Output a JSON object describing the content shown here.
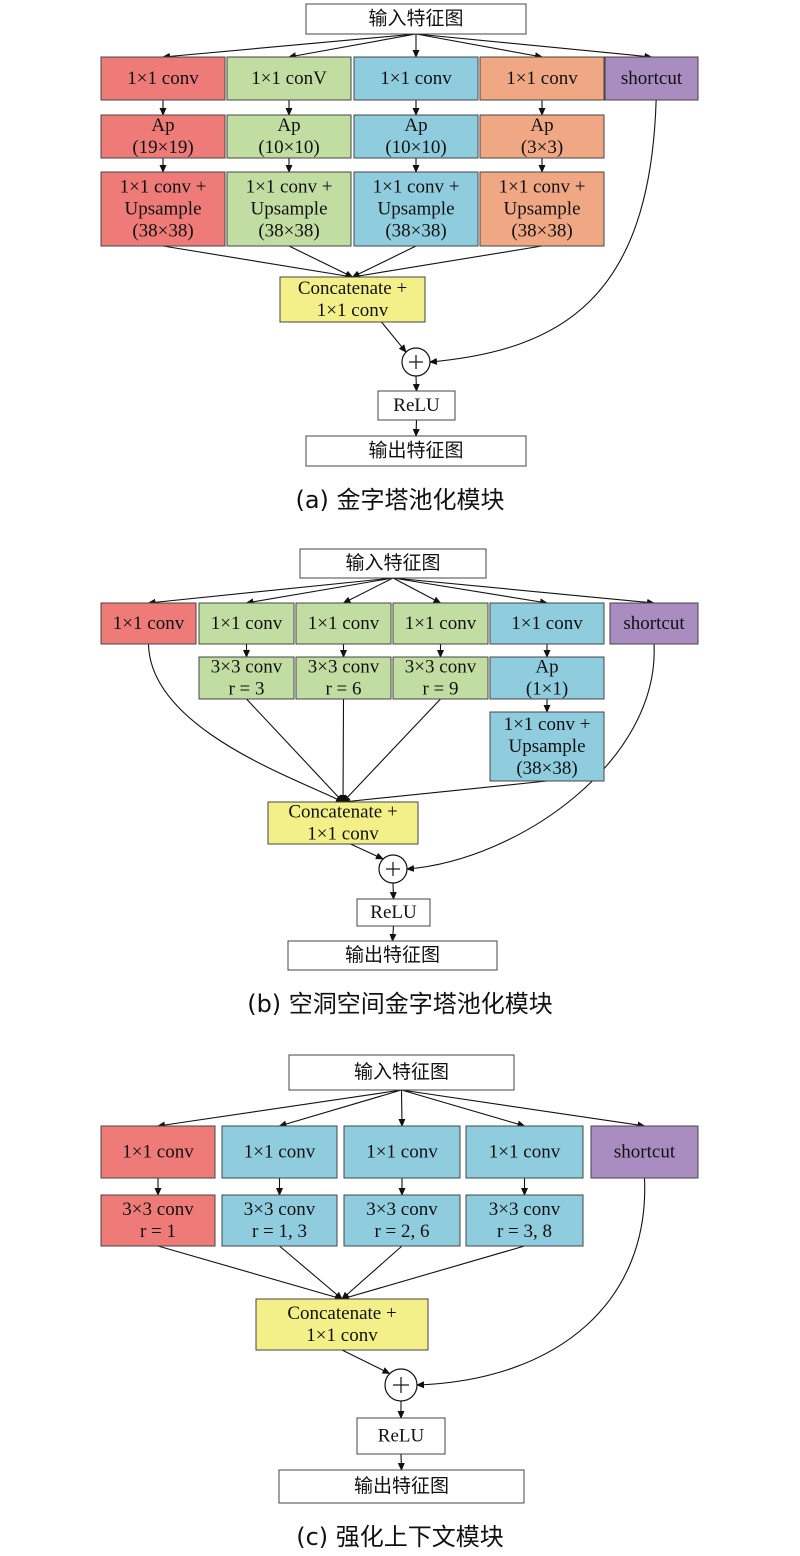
{
  "colors": {
    "red": "#EE7B78",
    "green": "#C1DDA2",
    "blue": "#8ECCDE",
    "orange": "#EFA883",
    "purple": "#A98CC0",
    "yellow": "#F3F08A",
    "white": "#FFFFFF"
  },
  "panels": [
    {
      "id": "a",
      "caption": "(a) 金字塔池化模块",
      "nodes": {
        "input": {
          "lines": [
            "输入特征图"
          ],
          "color": "white"
        },
        "c1": {
          "lines": [
            "1×1 conv"
          ],
          "color": "red"
        },
        "c2": {
          "lines": [
            "1×1 conV"
          ],
          "color": "green"
        },
        "c3": {
          "lines": [
            "1×1 conv"
          ],
          "color": "blue"
        },
        "c4": {
          "lines": [
            "1×1 conv"
          ],
          "color": "orange"
        },
        "sc": {
          "lines": [
            "shortcut"
          ],
          "color": "purple"
        },
        "ap1": {
          "lines": [
            "Ap",
            "(19×19)"
          ],
          "color": "red"
        },
        "ap2": {
          "lines": [
            "Ap",
            "(10×10)"
          ],
          "color": "green"
        },
        "ap3": {
          "lines": [
            "Ap",
            "(10×10)"
          ],
          "color": "blue"
        },
        "ap4": {
          "lines": [
            "Ap",
            "(3×3)"
          ],
          "color": "orange"
        },
        "up1": {
          "lines": [
            "1×1 conv +",
            "Upsample",
            "(38×38)"
          ],
          "color": "red"
        },
        "up2": {
          "lines": [
            "1×1 conv +",
            "Upsample",
            "(38×38)"
          ],
          "color": "green"
        },
        "up3": {
          "lines": [
            "1×1 conv +",
            "Upsample",
            "(38×38)"
          ],
          "color": "blue"
        },
        "up4": {
          "lines": [
            "1×1 conv +",
            "Upsample",
            "(38×38)"
          ],
          "color": "orange"
        },
        "cat": {
          "lines": [
            "Concatenate +",
            "1×1 conv"
          ],
          "color": "yellow"
        },
        "relu": {
          "lines": [
            "ReLU"
          ],
          "color": "white"
        },
        "output": {
          "lines": [
            "输出特征图"
          ],
          "color": "white"
        }
      },
      "plus": "+"
    },
    {
      "id": "b",
      "caption": "(b) 空洞空间金字塔池化模块",
      "nodes": {
        "input": {
          "lines": [
            "输入特征图"
          ],
          "color": "white"
        },
        "c1": {
          "lines": [
            "1×1 conv"
          ],
          "color": "red"
        },
        "c2": {
          "lines": [
            "1×1 conv"
          ],
          "color": "green"
        },
        "c3": {
          "lines": [
            "1×1 conv"
          ],
          "color": "green"
        },
        "c4": {
          "lines": [
            "1×1 conv"
          ],
          "color": "green"
        },
        "c5": {
          "lines": [
            "1×1 conv"
          ],
          "color": "blue"
        },
        "sc": {
          "lines": [
            "shortcut"
          ],
          "color": "purple"
        },
        "d2": {
          "lines": [
            "3×3 conv",
            "r = 3"
          ],
          "color": "green"
        },
        "d3": {
          "lines": [
            "3×3 conv",
            "r = 6"
          ],
          "color": "green"
        },
        "d4": {
          "lines": [
            "3×3 conv",
            "r = 9"
          ],
          "color": "green"
        },
        "ap5": {
          "lines": [
            "Ap",
            "(1×1)"
          ],
          "color": "blue"
        },
        "up5": {
          "lines": [
            "1×1 conv +",
            "Upsample",
            "(38×38)"
          ],
          "color": "blue"
        },
        "cat": {
          "lines": [
            "Concatenate +",
            "1×1 conv"
          ],
          "color": "yellow"
        },
        "relu": {
          "lines": [
            "ReLU"
          ],
          "color": "white"
        },
        "output": {
          "lines": [
            "输出特征图"
          ],
          "color": "white"
        }
      },
      "plus": "+"
    },
    {
      "id": "c",
      "caption": "(c) 强化上下文模块",
      "nodes": {
        "input": {
          "lines": [
            "输入特征图"
          ],
          "color": "white"
        },
        "c1": {
          "lines": [
            "1×1 conv"
          ],
          "color": "red"
        },
        "c2": {
          "lines": [
            "1×1 conv"
          ],
          "color": "blue"
        },
        "c3": {
          "lines": [
            "1×1 conv"
          ],
          "color": "blue"
        },
        "c4": {
          "lines": [
            "1×1 conv"
          ],
          "color": "blue"
        },
        "sc": {
          "lines": [
            "shortcut"
          ],
          "color": "purple"
        },
        "d1": {
          "lines": [
            "3×3 conv",
            "r = 1"
          ],
          "color": "red"
        },
        "d2": {
          "lines": [
            "3×3 conv",
            "r = 1, 3"
          ],
          "color": "blue"
        },
        "d3": {
          "lines": [
            "3×3 conv",
            "r = 2, 6"
          ],
          "color": "blue"
        },
        "d4": {
          "lines": [
            "3×3 conv",
            "r = 3, 8"
          ],
          "color": "blue"
        },
        "cat": {
          "lines": [
            "Concatenate +",
            "1×1 conv"
          ],
          "color": "yellow"
        },
        "relu": {
          "lines": [
            "ReLU"
          ],
          "color": "white"
        },
        "output": {
          "lines": [
            "输出特征图"
          ],
          "color": "white"
        }
      },
      "plus": "+"
    }
  ]
}
